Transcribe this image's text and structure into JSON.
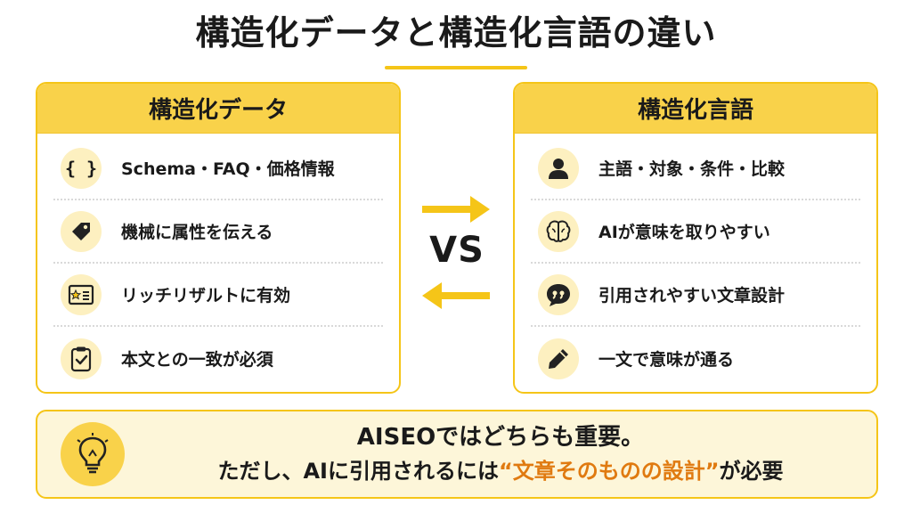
{
  "title": "構造化データと構造化言語の違い",
  "left_card": {
    "header": "構造化データ",
    "items": [
      {
        "icon": "curly-braces-icon",
        "label": "Schema・FAQ・価格情報"
      },
      {
        "icon": "tag-icon",
        "label": "機械に属性を伝える"
      },
      {
        "icon": "star-card-icon",
        "label": "リッチリザルトに有効"
      },
      {
        "icon": "clipboard-check-icon",
        "label": "本文との一致が必須"
      }
    ]
  },
  "right_card": {
    "header": "構造化言語",
    "items": [
      {
        "icon": "person-icon",
        "label": "主語・対象・条件・比較"
      },
      {
        "icon": "brain-icon",
        "label": "AIが意味を取りやすい"
      },
      {
        "icon": "quote-bubble-icon",
        "label": "引用されやすい文章設計"
      },
      {
        "icon": "pencil-icon",
        "label": "一文で意味が通る"
      }
    ]
  },
  "vs_label": "VS",
  "bottom": {
    "icon": "lightbulb-icon",
    "line1": "AISEOではどちらも重要。",
    "line2_prefix": "ただし、AIに引用されるには",
    "line2_highlight": "“文章そのものの設計”",
    "line2_suffix": "が必要"
  },
  "colors": {
    "accent_yellow": "#f5c518",
    "header_yellow": "#f9d24a",
    "highlight_orange": "#e07a10",
    "text": "#1a1a1a"
  }
}
